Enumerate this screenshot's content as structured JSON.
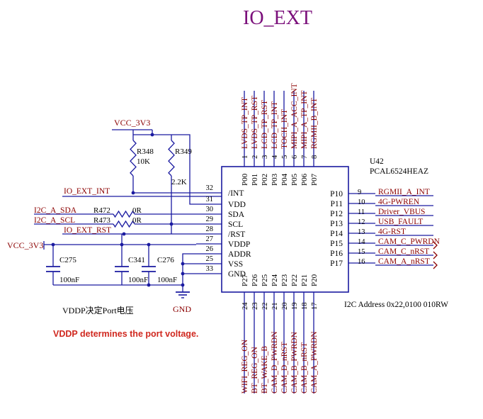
{
  "title": "IO_EXT",
  "colors": {
    "title": "#7b0f7b",
    "wire": "#1a1aa0",
    "net": "#8b0000",
    "text": "#000000",
    "note": "#d0281f"
  },
  "power": {
    "vcc_top": "VCC_3V3",
    "vcc_left": "VCC_3V3",
    "gnd": "GND"
  },
  "resistors": [
    {
      "ref": "R348",
      "value": "10K"
    },
    {
      "ref": "R349",
      "value": "2.2K"
    },
    {
      "ref": "R472",
      "value": "0R"
    },
    {
      "ref": "R473",
      "value": "0R"
    }
  ],
  "capacitors": [
    {
      "ref": "C275",
      "value": "100nF"
    },
    {
      "ref": "C341",
      "value": "100nF"
    },
    {
      "ref": "C276",
      "value": "100nF"
    }
  ],
  "left_nets": [
    "IO_EXT_INT",
    "I2C_A_SDA",
    "I2C_A_SCL",
    "IO_EXT_RST"
  ],
  "chip": {
    "ref": "U42",
    "part": "PCAL6524HEAZ",
    "left_pins": [
      {
        "num": "32",
        "name": "/INT"
      },
      {
        "num": "31",
        "name": "VDD"
      },
      {
        "num": "30",
        "name": "SDA"
      },
      {
        "num": "29",
        "name": "SCL"
      },
      {
        "num": "28",
        "name": "/RST"
      },
      {
        "num": "27",
        "name": "VDDP"
      },
      {
        "num": "26",
        "name": "ADDR"
      },
      {
        "num": "25",
        "name": "VSS"
      },
      {
        "num": "33",
        "name": "GND"
      }
    ],
    "top_pins": [
      {
        "num": "1",
        "name": "P00",
        "net": "LVDS_TP_INT"
      },
      {
        "num": "2",
        "name": "P01",
        "net": "LVDS_TP_RST"
      },
      {
        "num": "3",
        "name": "P02",
        "net": "LCD_TP_RST"
      },
      {
        "num": "4",
        "name": "P03",
        "net": "LCD_TP_INT"
      },
      {
        "num": "5",
        "name": "P04",
        "net": "TOCH_INT"
      },
      {
        "num": "6",
        "name": "P05",
        "net": "MIPI_A_ACC_INT"
      },
      {
        "num": "7",
        "name": "P06",
        "net": "MIPI_A_TP_INT"
      },
      {
        "num": "8",
        "name": "P07",
        "net": "RGMII_B_INT"
      }
    ],
    "right_pins": [
      {
        "num": "9",
        "name": "P10",
        "net": "RGMII_A_INT"
      },
      {
        "num": "10",
        "name": "P11",
        "net": "4G-PWREN"
      },
      {
        "num": "11",
        "name": "P12",
        "net": "Driver_VBUS"
      },
      {
        "num": "12",
        "name": "P13",
        "net": "USB_FAULT"
      },
      {
        "num": "13",
        "name": "P14",
        "net": "4G-RST"
      },
      {
        "num": "14",
        "name": "P15",
        "net": "CAM_C_PWRDN"
      },
      {
        "num": "15",
        "name": "P16",
        "net": "CAM_C_nRST"
      },
      {
        "num": "16",
        "name": "P17",
        "net": "CAM_A_nRST"
      }
    ],
    "bottom_pins": [
      {
        "num": "24",
        "name": "P27",
        "net": "WIFI_REG_ON"
      },
      {
        "num": "23",
        "name": "P26",
        "net": "BT_REG_ON"
      },
      {
        "num": "22",
        "name": "P25",
        "net": "BT_WAKE_B"
      },
      {
        "num": "21",
        "name": "P24",
        "net": "CAM_D_PWRDN"
      },
      {
        "num": "20",
        "name": "P23",
        "net": "CAM_D_nRST"
      },
      {
        "num": "19",
        "name": "P22",
        "net": "CAM_B_PWRDN"
      },
      {
        "num": "18",
        "name": "P21",
        "net": "CAM_B_nRST"
      },
      {
        "num": "17",
        "name": "P20",
        "net": "CAM_A_PWRDN"
      }
    ]
  },
  "i2c_address": "I2C Address 0x22,0100 010RW",
  "note_cn": "VDDP决定Port电压",
  "note_en": "VDDP determines the port voltage."
}
